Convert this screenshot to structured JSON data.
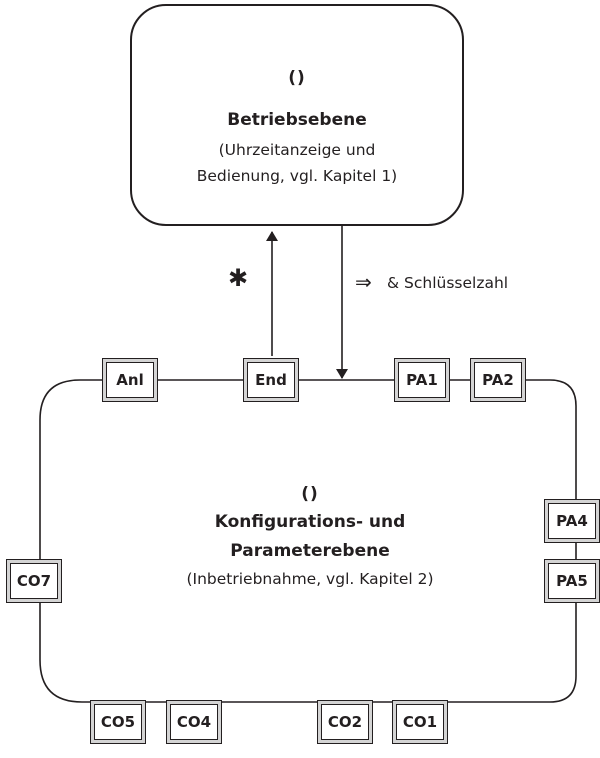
{
  "top_level": {
    "symbol": "()",
    "title": "Betriebsebene",
    "desc_line1": "(Uhrzeitanzeige und",
    "desc_line2": "Bedienung, vgl. Kapitel 1)"
  },
  "config_level": {
    "symbol": "()",
    "title_line1": "Konfigurations- und",
    "title_line2": "Parameterebene",
    "desc": "(Inbetriebnahme, vgl. Kapitel 2)"
  },
  "arrows": {
    "up_label": "✱",
    "down_icon": "⇒",
    "down_label": "& Schlüsselzahl"
  },
  "nodes": {
    "anl": "Anl",
    "end": "End",
    "pa1": "PA1",
    "pa2": "PA2",
    "pa4": "PA4",
    "pa5": "PA5",
    "co7": "CO7",
    "co5": "CO5",
    "co4": "CO4",
    "co2": "CO2",
    "co1": "CO1"
  }
}
